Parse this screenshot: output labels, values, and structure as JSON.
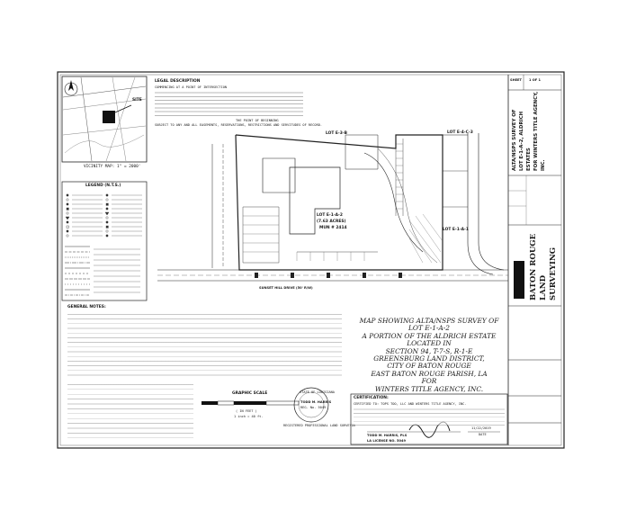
{
  "legal_description": {
    "heading": "LEGAL DESCRIPTION",
    "first_line": "COMMENCING AT A POINT OF INTERSECTION",
    "closing": "THE POINT OF BEGINNING",
    "subject_to": "SUBJECT TO ANY AND ALL EASEMENTS, RESERVATIONS, RESTRICTIONS AND SERVITUDES OF RECORD."
  },
  "vicinity_map": {
    "label": "VICINITY MAP:  1\" = 2000'",
    "site_label": "SITE"
  },
  "legend": {
    "heading": "LEGEND (N.T.S.)"
  },
  "lot_labels": {
    "lot_e3b": "LOT E-3-B",
    "lot_e4c3": "LOT E-4-C-3",
    "lot_e1a2_name": "LOT E-1-A-2",
    "lot_e1a2_area": "(7.63 ACRES)",
    "lot_e1a2_mun": "MUN # 2414",
    "lot_e1a1": "LOT E-1-A-1",
    "street": "SUNSET HILL DRIVE (50' R/W)"
  },
  "general_notes": {
    "heading": "GENERAL NOTES:"
  },
  "graphic_scale": {
    "heading": "GRAPHIC SCALE",
    "unit": "( IN FEET )",
    "ratio": "1 inch = 40 ft."
  },
  "seal": {
    "name": "TODD M. HARRIS",
    "reg": "REG. No. 5049",
    "state": "STATE OF LOUISIANA",
    "caption": "REGISTERED PROFESSIONAL LAND SURVEYOR"
  },
  "map_title": {
    "line1": "MAP SHOWING ALTA/NSPS SURVEY OF",
    "line2": "LOT E-1-A-2",
    "line3": "A PORTION OF THE ALDRICH ESTATE",
    "line4": "LOCATED IN",
    "line5": "SECTION 94, T-7-S, R-1-E",
    "line6": "GREENSBURG LAND DISTRICT,",
    "line7": "CITY OF BATON ROUGE",
    "line8": "EAST BATON ROUGE PARISH, LA",
    "line9": "FOR",
    "line10": "WINTERS TITLE AGENCY, INC."
  },
  "certification": {
    "heading": "CERTIFICATION:",
    "line1": "CERTIFIED TO: TOPS TOO, LLC AND WINTERS TITLE AGENCY, INC.",
    "date": "11/22/2019",
    "date_label": "DATE",
    "name": "TODD M. HARRIS, PLS",
    "license": "LA LICENSE NO. 5049"
  },
  "title_block": {
    "vertical_title_1": "ALTA/NSPS SURVEY OF",
    "vertical_title_2": "LOT E-1-A-2, ALDRICH ESTATES",
    "vertical_title_3": "FOR WINTERS TITLE AGENCY, INC.",
    "company_1": "BATON ROUGE",
    "company_2": "LAND SURVEYING",
    "sheet_label": "SHEET",
    "sheet_number": "1 OF 1"
  }
}
